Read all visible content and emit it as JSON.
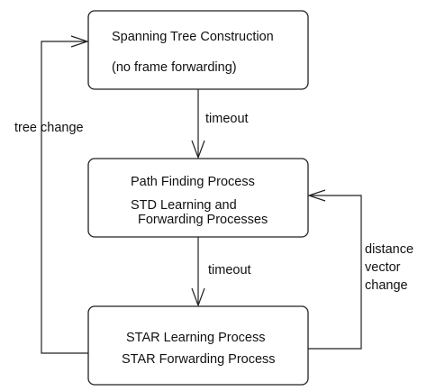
{
  "states": {
    "spanning_tree": {
      "line1": "Spanning Tree Construction",
      "line2": "(no frame forwarding)"
    },
    "path_finding": {
      "line1": "Path Finding Process",
      "line2": "STD Learning and",
      "line3": "Forwarding Processes"
    },
    "star": {
      "line1": "STAR Learning Process",
      "line2": "STAR Forwarding Process"
    }
  },
  "transitions": {
    "timeout_1": "timeout",
    "timeout_2": "timeout",
    "tree_change": "tree change",
    "distance_vector_change": {
      "line1": "distance",
      "line2": "vector",
      "line3": "change"
    }
  }
}
